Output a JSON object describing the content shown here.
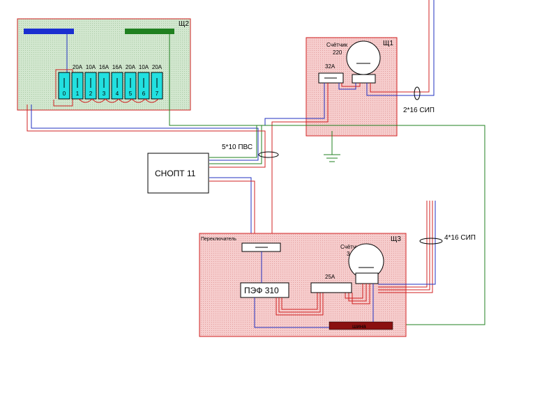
{
  "panels": {
    "shch2": {
      "label": "Щ2"
    },
    "shch1": {
      "label": "Щ1",
      "meter_label_line1": "Счётчик",
      "meter_label_line2": "220",
      "breaker_label": "32А"
    },
    "shch3": {
      "label": "Щ3",
      "meter_label_line1": "Счётчик",
      "meter_label_line2": "3",
      "breaker_label": "25А",
      "switch_label": "Переключатель",
      "bus_label": "шина",
      "relay_label": "ПЭФ 310"
    }
  },
  "breakers": {
    "ratings": [
      "20А",
      "10А",
      "16А",
      "16А",
      "20А",
      "10А",
      "20А"
    ],
    "numbers": [
      "0",
      "1",
      "2",
      "3",
      "4",
      "5",
      "6",
      "7"
    ]
  },
  "devices": {
    "stabilizer_label": "СНОПТ 11"
  },
  "cables": {
    "pvs": "5*10 ПВС",
    "sip2": "2*16 СИП",
    "sip4": "4*16 СИП"
  },
  "colors": {
    "panel_green": "#cfe8cc",
    "panel_pink": "#f4c8c8",
    "wire_red": "#d02020",
    "wire_blue": "#2030c0",
    "wire_green": "#208020",
    "breaker_cyan": "#22e0e0",
    "bus_darkred": "#8a1010"
  }
}
